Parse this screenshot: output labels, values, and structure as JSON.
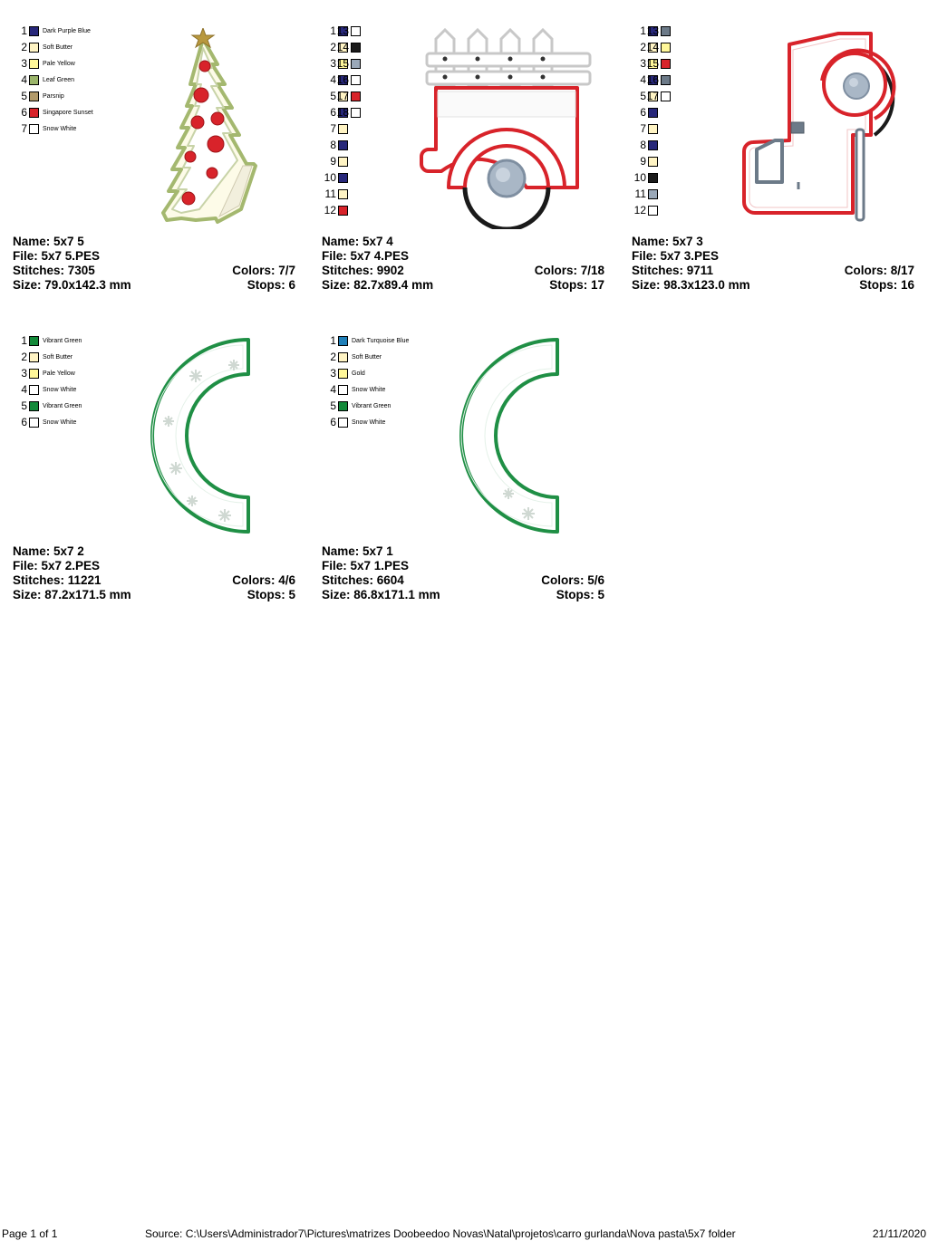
{
  "designs": [
    {
      "name_label": "Name: 5x7 5",
      "file_label": "File: 5x7 5.PES",
      "stitches_label": "Stitches: 7305",
      "size_label": "Size: 79.0x142.3 mm",
      "colors_label": "Colors: 7/7",
      "stops_label": "Stops: 6",
      "art": "christmas-tree-icon",
      "swatch_mode": "named",
      "swatches": [
        {
          "num": "1",
          "color": "#27277a",
          "name": "Dark Purple Blue"
        },
        {
          "num": "2",
          "color": "#fff4c4",
          "name": "Soft Butter"
        },
        {
          "num": "3",
          "color": "#fff799",
          "name": "Pale Yellow"
        },
        {
          "num": "4",
          "color": "#9bb56a",
          "name": "Leaf Green"
        },
        {
          "num": "5",
          "color": "#b29a6a",
          "name": "Parsnip"
        },
        {
          "num": "6",
          "color": "#d8232a",
          "name": "Singapore Sunset"
        },
        {
          "num": "7",
          "color": "#ffffff",
          "name": "Snow White"
        }
      ]
    },
    {
      "name_label": "Name: 5x7 4",
      "file_label": "File: 5x7 4.PES",
      "stitches_label": "Stitches: 9902",
      "size_label": "Size: 82.7x89.4 mm",
      "colors_label": "Colors: 7/18",
      "stops_label": "Stops: 17",
      "art": "truck-bed-icon",
      "swatch_mode": "grid",
      "col1": [
        {
          "num": "1",
          "color": "#27277a"
        },
        {
          "num": "2",
          "color": "#fff4c4"
        },
        {
          "num": "3",
          "color": "#fff799"
        },
        {
          "num": "4",
          "color": "#27277a"
        },
        {
          "num": "5",
          "color": "#fff4c4"
        },
        {
          "num": "6",
          "color": "#27277a"
        },
        {
          "num": "7",
          "color": "#fff4c4"
        },
        {
          "num": "8",
          "color": "#27277a"
        },
        {
          "num": "9",
          "color": "#fff4c4"
        },
        {
          "num": "10",
          "color": "#27277a"
        },
        {
          "num": "11",
          "color": "#fff4c4"
        },
        {
          "num": "12",
          "color": "#d8232a"
        }
      ],
      "col2": [
        {
          "num": "13",
          "color": "#ffffff"
        },
        {
          "num": "14",
          "color": "#1a1a1a"
        },
        {
          "num": "15",
          "color": "#9aa8b8"
        },
        {
          "num": "16",
          "color": "#ffffff"
        },
        {
          "num": "17",
          "color": "#d8232a"
        },
        {
          "num": "18",
          "color": "#ffffff"
        }
      ]
    },
    {
      "name_label": "Name: 5x7 3",
      "file_label": "File: 5x7 3.PES",
      "stitches_label": "Stitches: 9711",
      "size_label": "Size: 98.3x123.0 mm",
      "colors_label": "Colors: 8/17",
      "stops_label": "Stops: 16",
      "art": "truck-cab-icon",
      "swatch_mode": "grid",
      "col1": [
        {
          "num": "1",
          "color": "#27277a"
        },
        {
          "num": "2",
          "color": "#fff4c4"
        },
        {
          "num": "3",
          "color": "#fff799"
        },
        {
          "num": "4",
          "color": "#27277a"
        },
        {
          "num": "5",
          "color": "#fff4c4"
        },
        {
          "num": "6",
          "color": "#27277a"
        },
        {
          "num": "7",
          "color": "#fff4c4"
        },
        {
          "num": "8",
          "color": "#27277a"
        },
        {
          "num": "9",
          "color": "#fff4c4"
        },
        {
          "num": "10",
          "color": "#1a1a1a"
        },
        {
          "num": "11",
          "color": "#9aa8b8"
        },
        {
          "num": "12",
          "color": "#ffffff"
        }
      ],
      "col2": [
        {
          "num": "13",
          "color": "#6c7a88"
        },
        {
          "num": "14",
          "color": "#fff799"
        },
        {
          "num": "15",
          "color": "#d8232a"
        },
        {
          "num": "16",
          "color": "#6c7a88"
        },
        {
          "num": "17",
          "color": "#ffffff"
        }
      ]
    },
    {
      "name_label": "Name: 5x7 2",
      "file_label": "File: 5x7 2.PES",
      "stitches_label": "Stitches: 11221",
      "size_label": "Size: 87.2x171.5 mm",
      "colors_label": "Colors: 4/6",
      "stops_label": "Stops: 5",
      "art": "wheel-arc-snowflakes-icon",
      "swatch_mode": "named",
      "swatches": [
        {
          "num": "1",
          "color": "#138a3a",
          "name": "Vibrant Green"
        },
        {
          "num": "2",
          "color": "#fff4c4",
          "name": "Soft Butter"
        },
        {
          "num": "3",
          "color": "#fff799",
          "name": "Pale Yellow"
        },
        {
          "num": "4",
          "color": "#ffffff",
          "name": "Snow White"
        },
        {
          "num": "5",
          "color": "#138a3a",
          "name": "Vibrant Green"
        },
        {
          "num": "6",
          "color": "#ffffff",
          "name": "Snow White"
        }
      ]
    },
    {
      "name_label": "Name: 5x7 1",
      "file_label": "File: 5x7 1.PES",
      "stitches_label": "Stitches: 6604",
      "size_label": "Size: 86.8x171.1 mm",
      "colors_label": "Colors: 5/6",
      "stops_label": "Stops: 5",
      "art": "wheel-arc-icon",
      "swatch_mode": "named",
      "swatches": [
        {
          "num": "1",
          "color": "#1f7fb8",
          "name": "Dark Turquoise Blue"
        },
        {
          "num": "2",
          "color": "#fff4c4",
          "name": "Soft Butter"
        },
        {
          "num": "3",
          "color": "#fff799",
          "name": "Gold"
        },
        {
          "num": "4",
          "color": "#ffffff",
          "name": "Snow White"
        },
        {
          "num": "5",
          "color": "#138a3a",
          "name": "Vibrant Green"
        },
        {
          "num": "6",
          "color": "#ffffff",
          "name": "Snow White"
        }
      ]
    }
  ],
  "footer": {
    "page": "Page 1 of 1",
    "source": "Source: C:\\Users\\Administrador7\\Pictures\\matrizes Doobeedoo Novas\\Natal\\projetos\\carro gurlanda\\Nova pasta\\5x7 folder",
    "date": "21/11/2020"
  }
}
